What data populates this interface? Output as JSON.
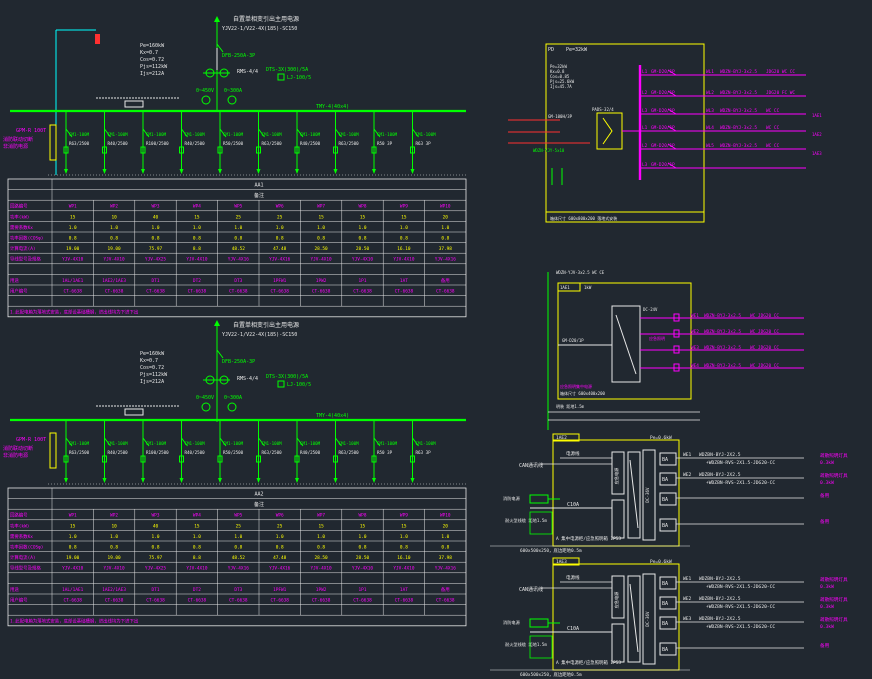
{
  "colors": {
    "bg": "#212830",
    "white": "#e8e8e8",
    "green": "#00ff00",
    "cyan": "#00ffff",
    "magenta": "#ff00ff",
    "yellow": "#ffff00",
    "red": "#ff3030",
    "blue": "#3050ff"
  },
  "panel_a": {
    "title": "自置单相变引出主用电源",
    "cable": "YJV22-1/V22-4X(185)-SC150",
    "bus_label": "TMY-4(40x4)",
    "meter_label": "DTS-3X(300)/5A",
    "meter_sub": "LJ-100/5",
    "breaker_top": "DFB-250A-3P",
    "breaker_ref": "RMS-4/4",
    "voltage": "0~450V",
    "current": "0~300A",
    "param_lines": [
      "Pe=160kW",
      "Kx=0.7",
      "Cos=0.72",
      "Pjs=112kW",
      "Ijs=212A"
    ],
    "bay_tag": "GPM-R 100T",
    "bay_note": [
      "消防联动切断",
      "非消防电源"
    ],
    "breakers": [
      {
        "type": "CM1-100M",
        "rating": "R63/2500"
      },
      {
        "type": "CM1-100M",
        "rating": "R40/2500"
      },
      {
        "type": "CM1-100M",
        "rating": "R100/2500"
      },
      {
        "type": "CM1-100M",
        "rating": "R40/2500"
      },
      {
        "type": "CM1-100M",
        "rating": "R50/2500"
      },
      {
        "type": "CM1-100M",
        "rating": "R63/2500"
      },
      {
        "type": "CM1-100M",
        "rating": "R40/2500"
      },
      {
        "type": "CM1-100M",
        "rating": "R63/2500"
      },
      {
        "type": "CM1-100M",
        "rating": "R50 3P"
      },
      {
        "type": "CM1-100M",
        "rating": "R63 3P"
      }
    ],
    "table": {
      "header_mid": "AA1",
      "header_sub": "备注",
      "row_labels": [
        "回路编号",
        "功率(kW)",
        "需要系数Kx",
        "功率因数(COSφ)",
        "计算电流(A)",
        "导线型号及规格",
        "用途",
        "用户编号"
      ],
      "codes": [
        "WP1",
        "WP2",
        "WP3",
        "WP4",
        "WP5",
        "WP6",
        "WP7",
        "WP8",
        "WP9",
        "WP10"
      ],
      "cols": [
        {
          "p": "15",
          "kx": "1.0",
          "cos": "0.8",
          "i": "19.00",
          "cable": "YJV-4X10",
          "use": "1AL/1AE1",
          "user": "CT-6638"
        },
        {
          "p": "10",
          "kx": "1.0",
          "cos": "0.8",
          "i": "19.00",
          "cable": "YJV-4X10",
          "use": "1AE2/1AE3",
          "user": "CT-6638"
        },
        {
          "p": "40",
          "kx": "1.0",
          "cos": "0.8",
          "i": "75.97",
          "cable": "YJV-4X25",
          "use": "DT1",
          "user": "CT-6638"
        },
        {
          "p": "15",
          "kx": "1.0",
          "cos": "0.8",
          "i": "8.8",
          "cable": "YJV-4X10",
          "use": "DT2",
          "user": "CT-6638"
        },
        {
          "p": "25",
          "kx": "1.0",
          "cos": "0.8",
          "i": "48.52",
          "cable": "YJV-4X16",
          "use": "DT3",
          "user": "CT-6638"
        },
        {
          "p": "25",
          "kx": "1.0",
          "cos": "0.8",
          "i": "47.48",
          "cable": "YJV-4X16",
          "use": "1PFW1",
          "user": "CT-6638"
        },
        {
          "p": "15",
          "kx": "1.0",
          "cos": "0.8",
          "i": "28.50",
          "cable": "YJV-4X10",
          "use": "1PW2",
          "user": "CT-6638"
        },
        {
          "p": "15",
          "kx": "1.0",
          "cos": "0.8",
          "i": "28.50",
          "cable": "YJV-4X10",
          "use": "1P1",
          "user": "CT-6638"
        },
        {
          "p": "15",
          "kx": "1.0",
          "cos": "0.8",
          "i": "16.10",
          "cable": "YJV-4X10",
          "use": "1AT",
          "user": "CT-6638"
        },
        {
          "p": "20",
          "kx": "1.0",
          "cos": "0.8",
          "i": "37.98",
          "cable": "YJV-4X16",
          "use": "备用",
          "user": "CT-6638"
        }
      ],
      "footnote": "1.此配电箱为落地式安装，底部设基础槽钢，进出线均为下进下出"
    }
  },
  "panel_b": {
    "title": "自置单相变引出主用电源",
    "cable": "YJV22-1/V22-4X(185)-SC150",
    "bus_label": "TMY-4(40x4)",
    "meter_label": "DTS-3X(300)/5A",
    "meter_sub": "LJ-100/5",
    "breaker_top": "DFB-250A-3P",
    "breaker_ref": "RMS-4/4",
    "voltage": "0~450V",
    "current": "0~300A",
    "param_lines": [
      "Pe=160kW",
      "Kx=0.7",
      "Cos=0.72",
      "Pjs=112kW",
      "Ijs=212A"
    ],
    "bay_tag": "GPM-R 100T",
    "bay_note": [
      "消防联动切断",
      "非消防电源"
    ],
    "breakers": [
      {
        "type": "CM1-100M",
        "rating": "R63/2500"
      },
      {
        "type": "CM1-100M",
        "rating": "R40/2500"
      },
      {
        "type": "CM1-100M",
        "rating": "R100/2500"
      },
      {
        "type": "CM1-100M",
        "rating": "R40/2500"
      },
      {
        "type": "CM1-100M",
        "rating": "R50/2500"
      },
      {
        "type": "CM1-100M",
        "rating": "R63/2500"
      },
      {
        "type": "CM1-100M",
        "rating": "R40/2500"
      },
      {
        "type": "CM1-100M",
        "rating": "R63/2500"
      },
      {
        "type": "CM1-100M",
        "rating": "R50 3P"
      },
      {
        "type": "CM1-100M",
        "rating": "R63 3P"
      }
    ],
    "table": {
      "header_mid": "AA2",
      "header_sub": "备注",
      "row_labels": [
        "回路编号",
        "功率(kW)",
        "需要系数Kx",
        "功率因数(COSφ)",
        "计算电流(A)",
        "导线型号及规格",
        "用途",
        "用户编号"
      ],
      "codes": [
        "WP1",
        "WP2",
        "WP3",
        "WP4",
        "WP5",
        "WP6",
        "WP7",
        "WP8",
        "WP9",
        "WP10"
      ],
      "cols": [
        {
          "p": "15",
          "kx": "1.0",
          "cos": "0.8",
          "i": "19.00",
          "cable": "YJV-4X10",
          "use": "1AL/1AE1",
          "user": "CT-6638"
        },
        {
          "p": "10",
          "kx": "1.0",
          "cos": "0.8",
          "i": "19.00",
          "cable": "YJV-4X10",
          "use": "1AE2/1AE3",
          "user": "CT-6638"
        },
        {
          "p": "40",
          "kx": "1.0",
          "cos": "0.8",
          "i": "75.97",
          "cable": "YJV-4X25",
          "use": "DT1",
          "user": "CT-6638"
        },
        {
          "p": "15",
          "kx": "1.0",
          "cos": "0.8",
          "i": "8.8",
          "cable": "YJV-4X10",
          "use": "DT2",
          "user": "CT-6638"
        },
        {
          "p": "25",
          "kx": "1.0",
          "cos": "0.8",
          "i": "48.52",
          "cable": "YJV-4X16",
          "use": "DT3",
          "user": "CT-6638"
        },
        {
          "p": "25",
          "kx": "1.0",
          "cos": "0.8",
          "i": "47.48",
          "cable": "YJV-4X16",
          "use": "1PFW1",
          "user": "CT-6638"
        },
        {
          "p": "15",
          "kx": "1.0",
          "cos": "0.8",
          "i": "28.50",
          "cable": "YJV-4X10",
          "use": "1PW2",
          "user": "CT-6638"
        },
        {
          "p": "15",
          "kx": "1.0",
          "cos": "0.8",
          "i": "28.50",
          "cable": "YJV-4X10",
          "use": "1P1",
          "user": "CT-6638"
        },
        {
          "p": "15",
          "kx": "1.0",
          "cos": "0.8",
          "i": "16.10",
          "cable": "YJV-4X10",
          "use": "1AT",
          "user": "CT-6638"
        },
        {
          "p": "20",
          "kx": "1.0",
          "cos": "0.8",
          "i": "37.98",
          "cable": "YJV-4X16",
          "use": "备用",
          "user": "CT-6638"
        }
      ],
      "footnote": "1.此配电箱为落地式安装，底部设基础槽钢，进出线均为下进下出"
    }
  },
  "box_1ap": {
    "tag": "PD",
    "power": "Pe=32kW",
    "params": [
      "Pe=32kW",
      "Kx=0.8",
      "Cos=0.85",
      "Pjs=25.6kW",
      "Ijs=45.7A"
    ],
    "main_breaker": "GM-100H/3P",
    "switch_label": "PADS-32/4",
    "in_cable": "WDZN-YJY-5x10",
    "note": "箱体尺寸 600x800x200 落地式安装",
    "circuits": [
      {
        "id": "L1",
        "breaker": "GM-D20/1P",
        "code": "WL1",
        "cable": "WDZN-BYJ-3x2.5",
        "conduit": "JDG20 WC CC"
      },
      {
        "id": "L2",
        "breaker": "GM-D20/1P",
        "code": "WL2",
        "cable": "WDZN-BYJ-3x2.5",
        "conduit": "JDG20 FC WC"
      },
      {
        "id": "L3",
        "breaker": "GM-D20/1P",
        "code": "WL3",
        "cable": "WDZN-BYJ-3x2.5",
        "conduit": "WC CC"
      },
      {
        "id": "L1",
        "breaker": "GM-D20/1P",
        "code": "WL4",
        "cable": "WDZN-BYJ-3x2.5",
        "conduit": "WC CC"
      },
      {
        "id": "L2",
        "breaker": "GM-D20/1P",
        "code": "WL5",
        "cable": "WDZN-BYJ-3x2.5",
        "conduit": "WC CC"
      },
      {
        "id": "L3",
        "breaker": "GM-D20/1P",
        "code": "",
        "cable": "",
        "conduit": ""
      }
    ],
    "side_notes": [
      "1AE1",
      "1AE2",
      "1AE3"
    ]
  },
  "box_1ae1": {
    "tag": "1AE1",
    "rating": "1kW",
    "header": "WDZN-YJV-3x2.5  WC  CE",
    "ups": "DC-24V",
    "in_breaker": "GM-D20/1P",
    "circuits": [
      {
        "code": "WE1",
        "cable": "WDZN-BYJ-3x2.5",
        "conduit": "WC JDG20 CC"
      },
      {
        "code": "WE2",
        "cable": "WDZN-BYJ-3x2.5",
        "conduit": "WC JDG20 CC"
      },
      {
        "code": "WE3",
        "cable": "WDZN-BYJ-3x2.5",
        "conduit": "WC JDG20 CC"
      },
      {
        "code": "WE4",
        "cable": "WDZN-BYJ-3x2.5",
        "conduit": "WC JDG20 CC"
      }
    ],
    "foot": [
      "应急照明集中电源",
      "箱体尺寸 600x400x200",
      "明装 距地1.5m"
    ],
    "side": "应急照明"
  },
  "box_1ae2": {
    "tag": "1AE2",
    "rating": "Pe=0.6kW",
    "can": "CAN通讯线",
    "in_label": "电源线",
    "breaker": "C10A",
    "left_tag": "消防电源",
    "lines": [
      {
        "code": "WE1",
        "cable": "WDZBN-BYJ-2X2.5",
        "sub": "+WDZBN-RVS-2X1.5-JDG20-CC",
        "use": "疏散照明灯具",
        "load": "0.3kW"
      },
      {
        "code": "WE2",
        "cable": "WDZBN-BYJ-2X2.5",
        "sub": "+WDZBN-RVS-2X1.5-JDG20-CC",
        "use": "疏散照明灯具",
        "load": "0.3kW"
      },
      {
        "code": "",
        "cable": "",
        "sub": "",
        "use": "备用",
        "load": ""
      },
      {
        "code": "",
        "cable": "",
        "sub": "",
        "use": "备用",
        "load": ""
      }
    ],
    "mid_tag": "应急电源",
    "dc_tag": "DC-36V",
    "foot1": "A 集中电源柜/应急照明箱 IP53",
    "foot2": "600x500x250，底边距地0.5m",
    "foot_left": "耐火型线缆 距地1.5m"
  },
  "box_1ae3": {
    "tag": "1AE3",
    "rating": "Pe=0.6kW",
    "can": "CAN通讯线",
    "in_label": "电源线",
    "breaker": "C10A",
    "left_tag": "消防电源",
    "lines": [
      {
        "code": "WE1",
        "cable": "WDZBN-BYJ-2X2.5",
        "sub": "+WDZBN-RVS-2X1.5-JDG20-CC",
        "use": "疏散照明灯具",
        "load": "0.3kW"
      },
      {
        "code": "WE2",
        "cable": "WDZBN-BYJ-2X2.5",
        "sub": "+WDZBN-RVS-2X1.5-JDG20-CC",
        "use": "疏散照明灯具",
        "load": "0.3kW"
      },
      {
        "code": "WE3",
        "cable": "WDZBN-BYJ-2X2.5",
        "sub": "+WDZBN-RVS-2X1.5-JDG20-CC",
        "use": "疏散照明灯具",
        "load": "0.3kW"
      },
      {
        "code": "",
        "cable": "",
        "sub": "",
        "use": "备用",
        "load": ""
      }
    ],
    "mid_tag": "应急电源",
    "dc_tag": "DC-36V",
    "foot1": "A 集中电源柜/应急照明箱 IP53",
    "foot2": "600x500x250，底边距地0.5m",
    "foot_left": "耐火型线缆 距地1.5m"
  }
}
